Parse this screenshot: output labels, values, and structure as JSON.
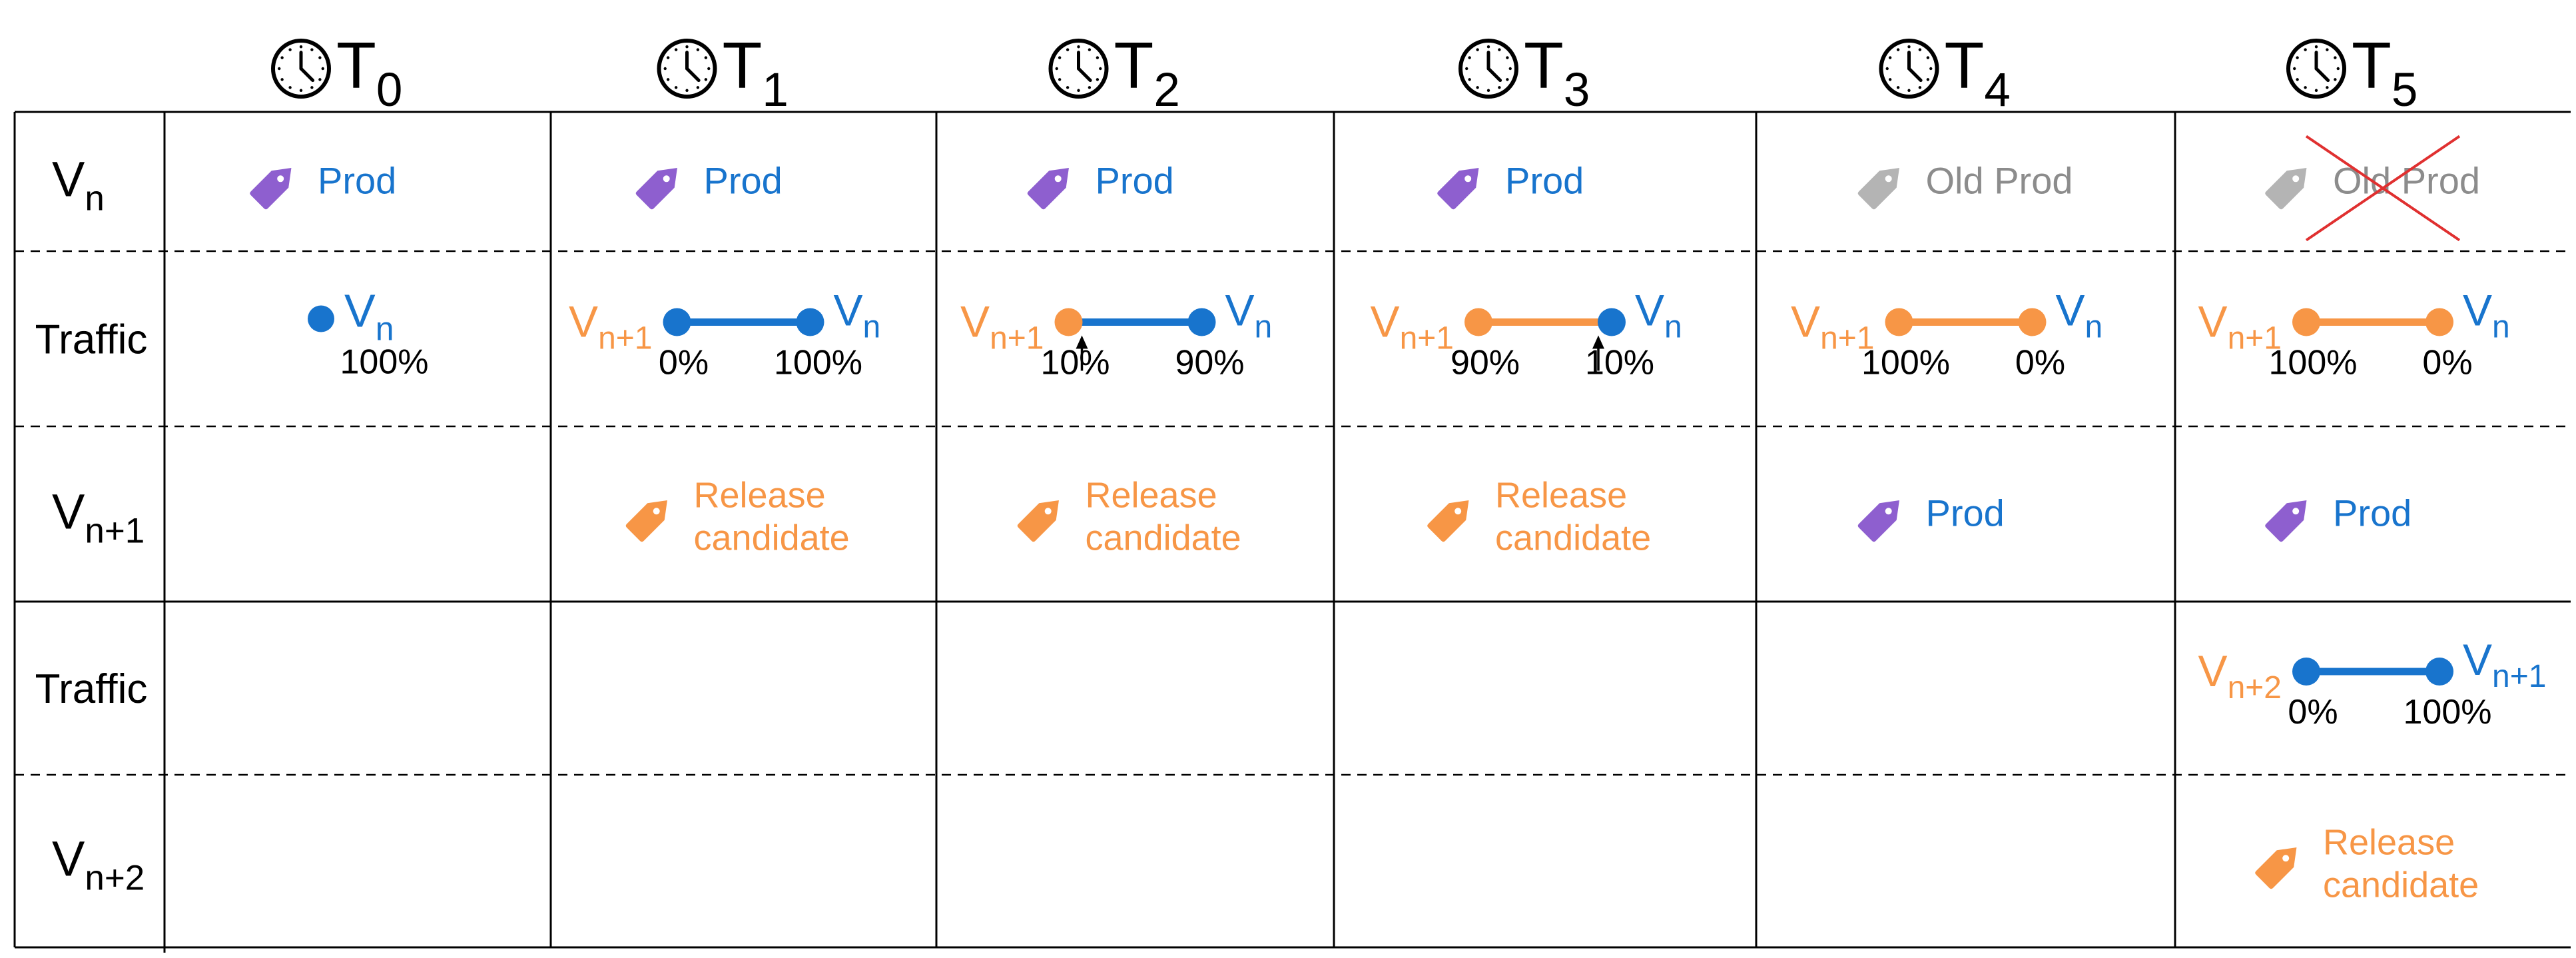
{
  "colors": {
    "blue": "#1874cd",
    "orange": "#f79646",
    "purple": "#8e5fcf",
    "gray": "#b4b4b4",
    "gray_text": "#8c8c8c",
    "red": "#e03030",
    "black": "#000000"
  },
  "icons": {
    "time": "clock-icon",
    "tag": "tag-icon",
    "pointer": "arrow-up-icon",
    "strike": "x-mark-icon"
  },
  "columns": [
    {
      "base": "T",
      "sub": "0"
    },
    {
      "base": "T",
      "sub": "1"
    },
    {
      "base": "T",
      "sub": "2"
    },
    {
      "base": "T",
      "sub": "3"
    },
    {
      "base": "T",
      "sub": "4"
    },
    {
      "base": "T",
      "sub": "5"
    }
  ],
  "rows": [
    {
      "label": {
        "base": "V",
        "sub": "n"
      }
    },
    {
      "label": {
        "base": "Traffic",
        "sub": ""
      }
    },
    {
      "label": {
        "base": "V",
        "sub": "n+1"
      }
    },
    {
      "label": {
        "base": "Traffic",
        "sub": ""
      }
    },
    {
      "label": {
        "base": "V",
        "sub": "n+2"
      }
    }
  ],
  "tags": [
    {
      "row": 0,
      "col": 0,
      "lines": [
        "Prod"
      ],
      "kind": "prod",
      "struck": false
    },
    {
      "row": 0,
      "col": 1,
      "lines": [
        "Prod"
      ],
      "kind": "prod",
      "struck": false
    },
    {
      "row": 0,
      "col": 2,
      "lines": [
        "Prod"
      ],
      "kind": "prod",
      "struck": false
    },
    {
      "row": 0,
      "col": 3,
      "lines": [
        "Prod"
      ],
      "kind": "prod",
      "struck": false
    },
    {
      "row": 0,
      "col": 4,
      "lines": [
        "Old Prod"
      ],
      "kind": "old",
      "struck": false
    },
    {
      "row": 0,
      "col": 5,
      "lines": [
        "Old Prod"
      ],
      "kind": "old",
      "struck": true
    },
    {
      "row": 2,
      "col": 1,
      "lines": [
        "Release",
        "candidate"
      ],
      "kind": "release",
      "struck": false
    },
    {
      "row": 2,
      "col": 2,
      "lines": [
        "Release",
        "candidate"
      ],
      "kind": "release",
      "struck": false
    },
    {
      "row": 2,
      "col": 3,
      "lines": [
        "Release",
        "candidate"
      ],
      "kind": "release",
      "struck": false
    },
    {
      "row": 2,
      "col": 4,
      "lines": [
        "Prod"
      ],
      "kind": "prod",
      "struck": false
    },
    {
      "row": 2,
      "col": 5,
      "lines": [
        "Prod"
      ],
      "kind": "prod",
      "struck": false
    },
    {
      "row": 4,
      "col": 5,
      "lines": [
        "Release",
        "candidate"
      ],
      "kind": "release",
      "struck": false
    }
  ],
  "traffic": [
    {
      "row": 1,
      "col": 0,
      "single": true,
      "right": {
        "base": "V",
        "sub": "n"
      },
      "right_pct": "100%"
    },
    {
      "row": 1,
      "col": 1,
      "new_share": 0,
      "left": {
        "base": "V",
        "sub": "n+1"
      },
      "right": {
        "base": "V",
        "sub": "n"
      },
      "left_pct": "0%",
      "right_pct": "100%",
      "pointer": false
    },
    {
      "row": 1,
      "col": 2,
      "new_share": 0.1,
      "left": {
        "base": "V",
        "sub": "n+1"
      },
      "right": {
        "base": "V",
        "sub": "n"
      },
      "left_pct": "10%",
      "right_pct": "90%",
      "pointer": true
    },
    {
      "row": 1,
      "col": 3,
      "new_share": 0.9,
      "left": {
        "base": "V",
        "sub": "n+1"
      },
      "right": {
        "base": "V",
        "sub": "n"
      },
      "left_pct": "90%",
      "right_pct": "10%",
      "pointer": true
    },
    {
      "row": 1,
      "col": 4,
      "new_share": 1,
      "left": {
        "base": "V",
        "sub": "n+1"
      },
      "right": {
        "base": "V",
        "sub": "n"
      },
      "left_pct": "100%",
      "right_pct": "0%",
      "pointer": false
    },
    {
      "row": 1,
      "col": 5,
      "new_share": 1,
      "left": {
        "base": "V",
        "sub": "n+1"
      },
      "right": {
        "base": "V",
        "sub": "n"
      },
      "left_pct": "100%",
      "right_pct": "0%",
      "pointer": false
    },
    {
      "row": 3,
      "col": 5,
      "new_share": 0,
      "left": {
        "base": "V",
        "sub": "n+2"
      },
      "right": {
        "base": "V",
        "sub": "n+1"
      },
      "left_pct": "0%",
      "right_pct": "100%",
      "pointer": false
    }
  ]
}
